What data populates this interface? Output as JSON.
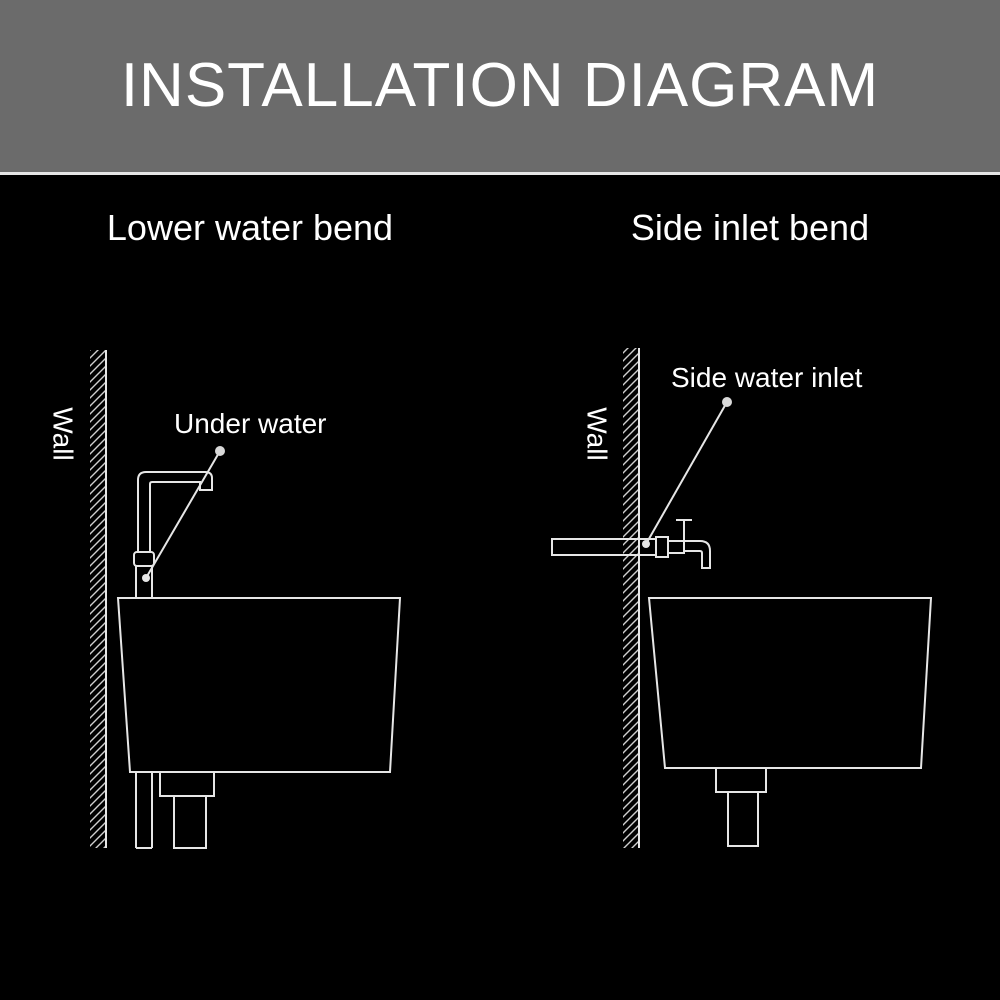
{
  "header": {
    "title": "INSTALLATION DIAGRAM"
  },
  "panels": [
    {
      "title": "Lower water bend",
      "wall_label": "Wall",
      "callout": "Under water"
    },
    {
      "title": "Side inlet bend",
      "wall_label": "Wall",
      "callout": "Side water inlet"
    }
  ],
  "colors": {
    "header_bg": "#6b6b6b",
    "background": "#000000",
    "line": "#e6e6e6",
    "text": "#ffffff"
  }
}
